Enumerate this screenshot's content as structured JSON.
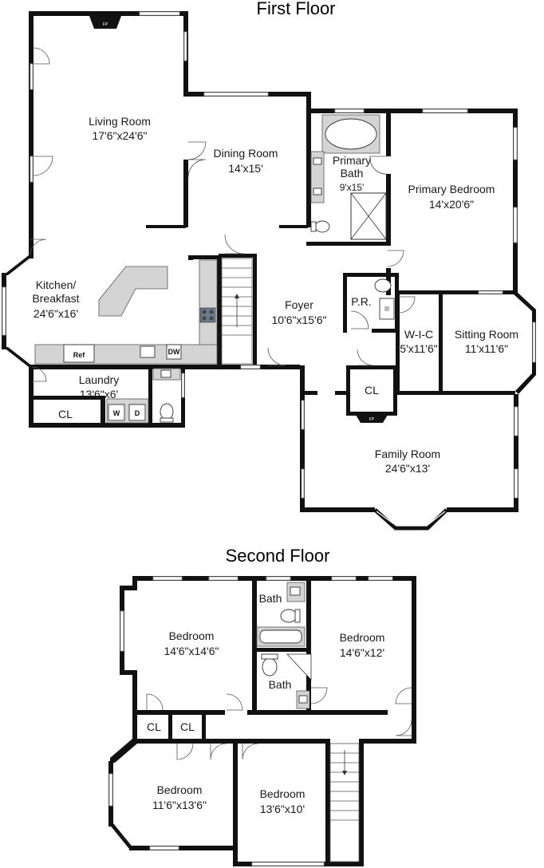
{
  "first_floor": {
    "title": "First Floor",
    "rooms": {
      "living_room": {
        "name": "Living Room",
        "size": "17'6\"x24'6\""
      },
      "dining_room": {
        "name": "Dining Room",
        "size": "14'x15'"
      },
      "primary_bath": {
        "name_line1": "Primary",
        "name_line2": "Bath",
        "size": "9'x15'"
      },
      "primary_bedroom": {
        "name": "Primary Bedroom",
        "size": "14'x20'6\""
      },
      "kitchen": {
        "name_line1": "Kitchen/",
        "name_line2": "Breakfast",
        "size": "24'6\"x16'"
      },
      "foyer": {
        "name": "Foyer",
        "size": "10'6\"x15'6\""
      },
      "powder_room": {
        "name": "P.R."
      },
      "walk_in_closet": {
        "name": "W-I-C",
        "size": "5'x11'6\""
      },
      "sitting_room": {
        "name": "Sitting Room",
        "size": "11'x11'6\""
      },
      "laundry": {
        "name": "Laundry",
        "size": "13'6\"x6'"
      },
      "closet_laundry": {
        "name": "CL"
      },
      "closet_foyer": {
        "name": "CL"
      },
      "family_room": {
        "name": "Family Room",
        "size": "24'6\"x13'"
      }
    },
    "fixtures": {
      "fireplace_top": "FP",
      "fireplace_family": "FP",
      "refrigerator": "Ref",
      "dishwasher": "DW",
      "washer": "W",
      "dryer": "D"
    }
  },
  "second_floor": {
    "title": "Second Floor",
    "rooms": {
      "bedroom_nw": {
        "name": "Bedroom",
        "size": "14'6\"x14'6\""
      },
      "bath_top": {
        "name": "Bath"
      },
      "bedroom_ne": {
        "name": "Bedroom",
        "size": "14'6\"x12'"
      },
      "bath_mid": {
        "name": "Bath"
      },
      "closet_1": {
        "name": "CL"
      },
      "closet_2": {
        "name": "CL"
      },
      "bedroom_sw": {
        "name": "Bedroom",
        "size": "11'6\"x13'6\""
      },
      "bedroom_s": {
        "name": "Bedroom",
        "size": "13'6\"x10'"
      }
    }
  }
}
